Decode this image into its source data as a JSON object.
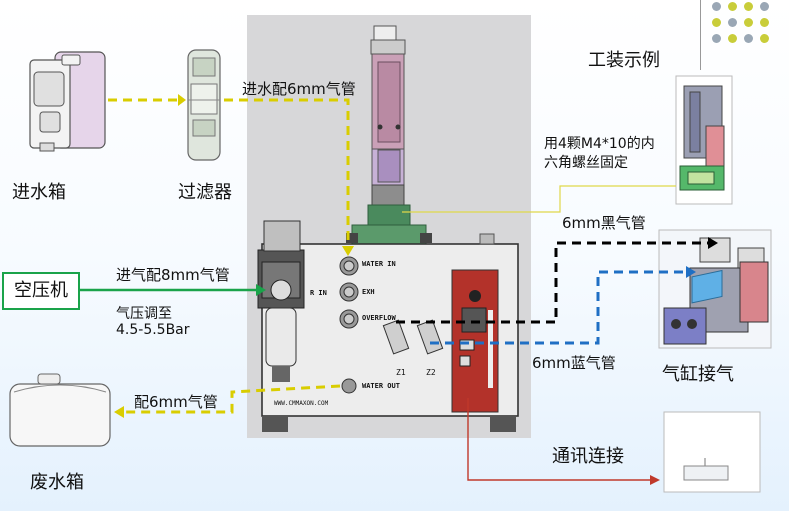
{
  "labels": {
    "inlet_tank": "进水箱",
    "filter": "过滤器",
    "inlet_pipe": "进水配6mm气管",
    "fixture_example": "工装示例",
    "fixture_note_1": "用4颗M4*10的内",
    "fixture_note_2": "六角螺丝固定",
    "black_pipe": "6mm黑气管",
    "blue_pipe": "6mm蓝气管",
    "compressor": "空压机",
    "air_inlet": "进气配8mm气管",
    "pressure_1": "气压调至",
    "pressure_2": "4.5-5.5Bar",
    "waste_pipe": "配6mm气管",
    "waste_tank": "废水箱",
    "cylinder_air": "气缸接气",
    "comm": "通讯连接",
    "port_water_in": "WATER IN",
    "port_exh": "EXH",
    "port_overflow": "OVERFLOW",
    "port_water_out": "WATER OUT",
    "port_air_in": "R IN",
    "port_z1": "Z1",
    "port_z2": "Z2",
    "website": "WWW.CMMAXON.COM"
  },
  "colors": {
    "yellow_line": "#d9cd00",
    "black_line": "#000000",
    "blue_line": "#1f6fc4",
    "red_line": "#c0392b",
    "compressor_border": "#1aa34a",
    "panel_bg": "#d7d7d9",
    "pcb": "#b3322a"
  }
}
